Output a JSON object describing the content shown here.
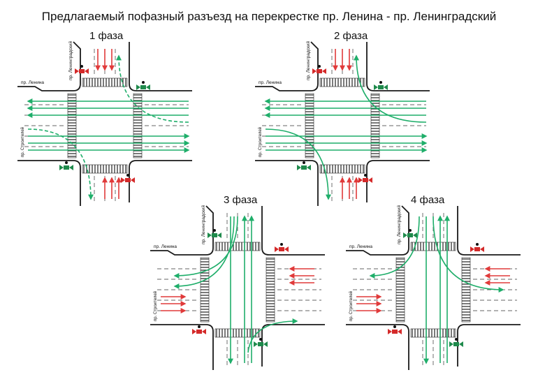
{
  "title": "Предлагаемый пофазный разъезд на перекрестке пр. Ленина - пр. Ленинградский",
  "street_labels": {
    "lenina": "пр. Ленина",
    "leningradsky": "пр. Ленинградский",
    "stroiteley": "пр. Строителей"
  },
  "phases": [
    {
      "label": "1 фаза"
    },
    {
      "label": "2 фаза"
    },
    {
      "label": "3 фаза"
    },
    {
      "label": "4 фаза"
    }
  ],
  "colors": {
    "road": "#1a1a1a",
    "allowed_movement": "#1fae6a",
    "blocked_movement": "#e03a3a",
    "signal_green": "#1f8a4c",
    "signal_red": "#d42a2a"
  },
  "icons": {
    "traffic_light": "traffic-light-icon",
    "movement_arrow": "arrow-icon"
  }
}
